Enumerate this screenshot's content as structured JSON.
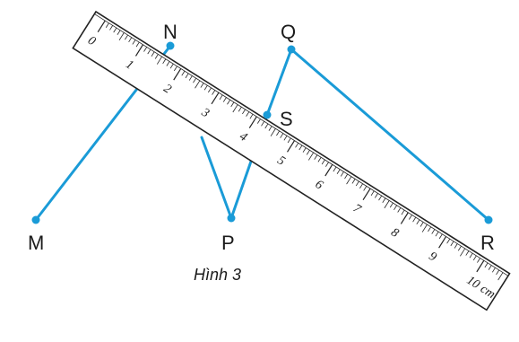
{
  "figure": {
    "caption": "Hình 3",
    "line_color": "#1a9bd7",
    "ruler": {
      "numbers": [
        "0",
        "1",
        "2",
        "3",
        "4",
        "5",
        "6",
        "7",
        "8",
        "9",
        "10"
      ],
      "unit": "cm",
      "fill": "#ffffff",
      "edge_color": "#222222"
    },
    "points": [
      {
        "id": "M",
        "label": "M"
      },
      {
        "id": "N",
        "label": "N"
      },
      {
        "id": "P",
        "label": "P"
      },
      {
        "id": "Q",
        "label": "Q"
      },
      {
        "id": "R",
        "label": "R"
      },
      {
        "id": "S",
        "label": "S"
      }
    ],
    "segments": [
      {
        "name": "segment-mn",
        "from": "M",
        "to": "N"
      },
      {
        "name": "segment-pq-left",
        "from": "P",
        "to": "L3"
      },
      {
        "name": "segment-pq-right",
        "from": "P",
        "to": "S"
      },
      {
        "name": "segment-sq",
        "from": "S",
        "to": "Q"
      },
      {
        "name": "segment-qr",
        "from": "Q",
        "to": "R"
      }
    ]
  }
}
